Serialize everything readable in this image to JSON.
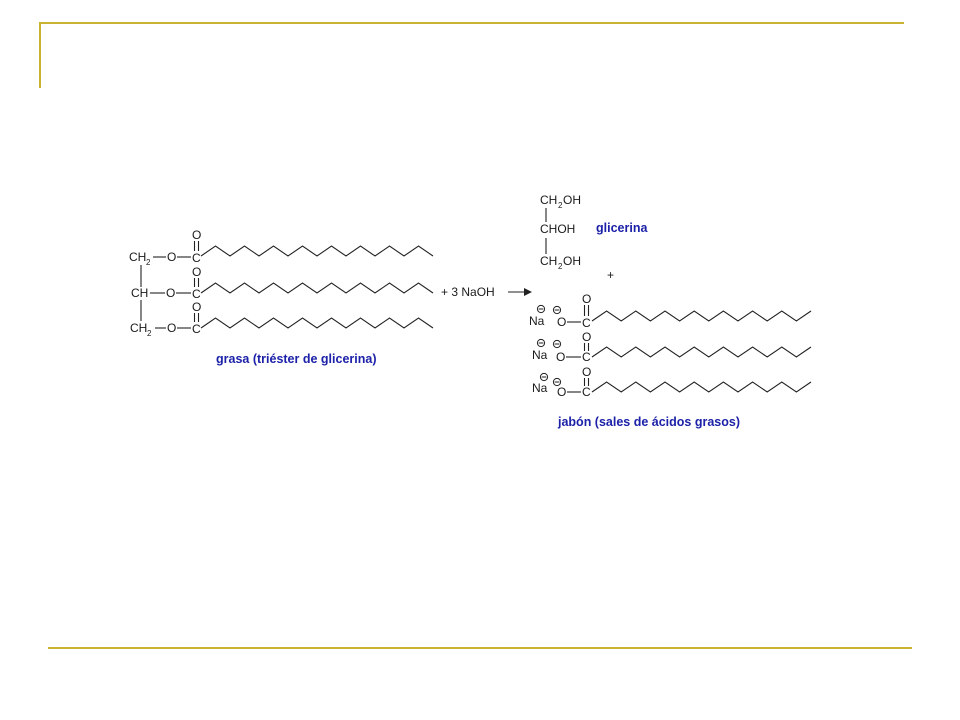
{
  "colors": {
    "accent": "#c8b432",
    "caption": "#1c21a8",
    "ink": "#1a1a1a",
    "background": "#ffffff"
  },
  "fat": {
    "ch2_top": "CH",
    "ch_mid": "CH",
    "ch2_bottom": "CH",
    "subscript_2": "2",
    "oxygen": "O",
    "carbon": "C",
    "caption": "grasa (triéster de glicerina)"
  },
  "reagent": {
    "label": "+  3 NaOH"
  },
  "glycerol": {
    "row1_prefix": "CH",
    "row1_suffix": "OH",
    "row2": "CHOH",
    "row3_prefix": "CH",
    "row3_suffix": "OH",
    "subscript_2": "2",
    "caption": "glicerina"
  },
  "plus_sign": "+",
  "soap": {
    "sodium": "Na",
    "oxygen": "O",
    "carbon": "C",
    "caption": "jabón (sales de ácidos grasos)"
  }
}
